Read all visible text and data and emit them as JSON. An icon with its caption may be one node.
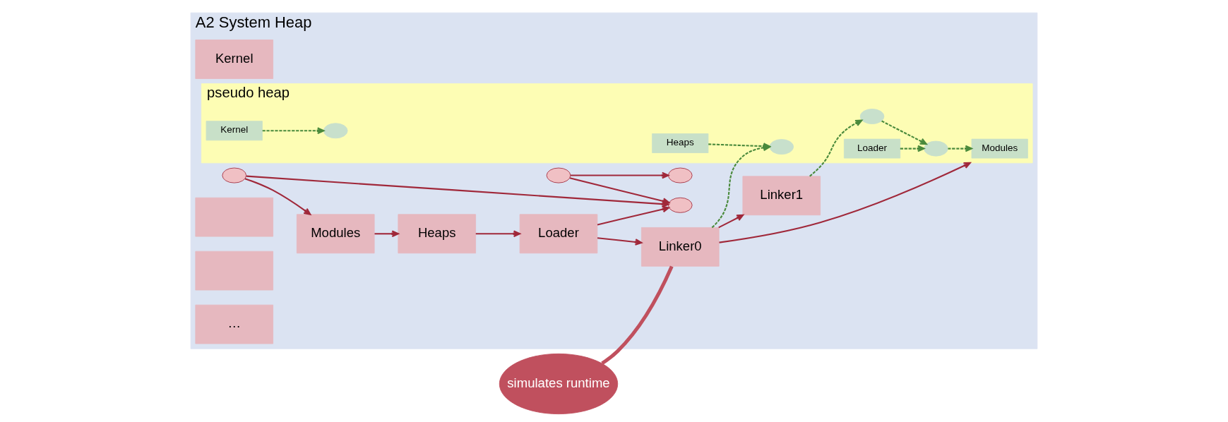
{
  "diagram": {
    "nodes": [
      {
        "text": [
          "A2 System Heap"
        ]
      },
      {
        "text": [
          "Kernel"
        ],
        "in": 0
      },
      {
        "text": [],
        "shape": "ellipse",
        "in": 0
      },
      {
        "text": [],
        "shape": "ellipse",
        "in": 0
      },
      {
        "text": [],
        "shape": "ellipse",
        "in": 0
      },
      {
        "text": [],
        "shape": "ellipse",
        "in": 0
      },
      {
        "text": [
          "Linker0"
        ],
        "in": 0
      },
      {
        "text": [
          "Linker1"
        ],
        "in": 0
      },
      {
        "text": [],
        "shape": "box",
        "in": 0
      },
      {
        "text": [],
        "shape": "box",
        "in": 0
      },
      {
        "text": [
          "…"
        ],
        "in": 0
      },
      {
        "text": [
          "Modules"
        ],
        "in": 0
      },
      {
        "text": [
          "Loader"
        ],
        "in": 0
      },
      {
        "text": [
          "Heaps"
        ],
        "in": 0
      },
      {
        "text": [
          "pseudo heap"
        ],
        "in": 0
      },
      {
        "text": [
          "Modules"
        ],
        "in": 14
      },
      {
        "text": [],
        "shape": "ellipse",
        "in": 14
      },
      {
        "text": [],
        "shape": "ellipse",
        "in": 14
      },
      {
        "text": [],
        "shape": "ellipse",
        "in": 14
      },
      {
        "text": [],
        "shape": "ellipse",
        "in": 14
      },
      {
        "text": [
          "Loader"
        ],
        "in": 14
      },
      {
        "text": [
          "Kernel"
        ],
        "in": 14
      },
      {
        "text": [
          "Heaps"
        ],
        "in": 14
      },
      {
        "text": [
          "simulates runtime"
        ]
      }
    ],
    "edges": [
      {
        "from": 2,
        "to": 3,
        "arrow": "to"
      },
      {
        "from": 4,
        "to": 3,
        "arrow": "to"
      },
      {
        "from": 4,
        "to": 5,
        "arrow": "to"
      },
      {
        "from": 2,
        "to": 11,
        "arrow": "to"
      },
      {
        "from": 12,
        "to": 3,
        "arrow": "to"
      },
      {
        "from": 12,
        "to": 6,
        "arrow": "to"
      },
      {
        "from": 6,
        "to": 7,
        "arrow": "to"
      },
      {
        "from": 6,
        "to": 14,
        "arrow": "to"
      },
      {
        "from": 11,
        "to": 13,
        "arrow": "to"
      },
      {
        "from": 13,
        "to": 12,
        "arrow": "to"
      },
      {
        "from": 6,
        "to": 18,
        "arrow": "to",
        "style": "dashed",
        "color": "#4a8a3c"
      },
      {
        "from": 7,
        "to": 17,
        "arrow": "to",
        "style": "dashed",
        "color": "#4a8a3c"
      },
      {
        "from": 17,
        "to": 16,
        "arrow": "to",
        "style": "dashed",
        "color": "#4a8a3c"
      },
      {
        "from": 16,
        "to": 15,
        "arrow": "to",
        "style": "dashed",
        "color": "#4a8a3c"
      },
      {
        "from": 20,
        "to": 16,
        "arrow": "to",
        "style": "dashed",
        "color": "#4a8a3c"
      },
      {
        "from": 22,
        "to": 18,
        "arrow": "to",
        "style": "dashed",
        "color": "#4a8a3c"
      },
      {
        "from": 21,
        "to": 19,
        "arrow": "to",
        "style": "dashed",
        "color": "#4a8a3c"
      },
      {
        "from": 23,
        "to": 6,
        "arrow": "none",
        "style": "thick",
        "color": "#c0505e"
      }
    ]
  }
}
